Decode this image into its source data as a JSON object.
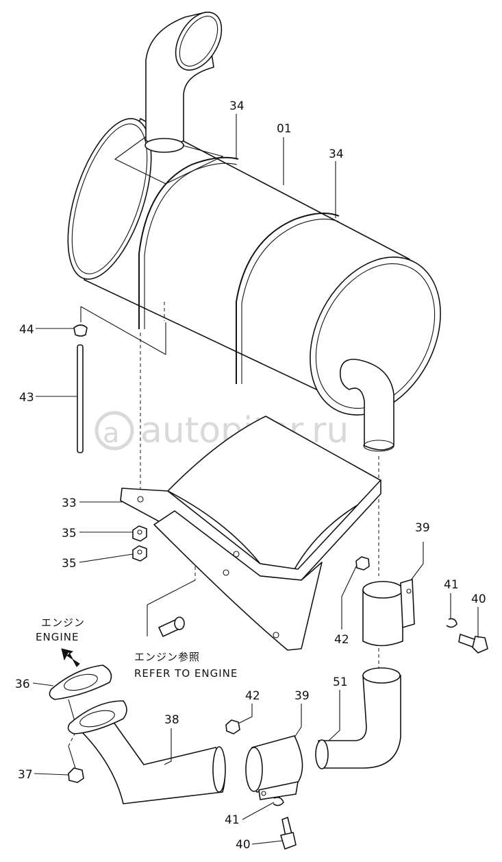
{
  "callouts": {
    "c34a": "34",
    "c01": "01",
    "c34b": "34",
    "c44": "44",
    "c43": "43",
    "c33": "33",
    "c35a": "35",
    "c35b": "35",
    "c39a": "39",
    "c41a": "41",
    "c40a": "40",
    "c42a": "42",
    "c36": "36",
    "c38": "38",
    "c37": "37",
    "c42b": "42",
    "c39b": "39",
    "c51": "51",
    "c41b": "41",
    "c40b": "40"
  },
  "notes": {
    "engine_jp": "エンジン",
    "engine_en": "ENGINE",
    "refer_jp": "エンジン参照",
    "refer_en": "REFER TO ENGINE"
  },
  "watermark": {
    "text": "autopiter.ru"
  }
}
